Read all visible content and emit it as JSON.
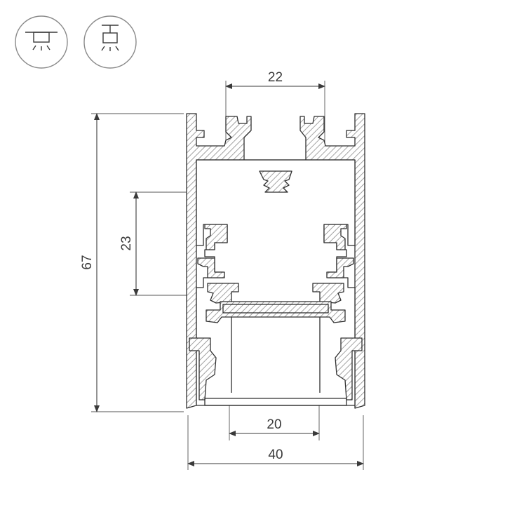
{
  "icons": [
    {
      "name": "surface-mount-icon"
    },
    {
      "name": "suspended-mount-icon"
    }
  ],
  "dimensions": {
    "top_width": "22",
    "inner_height": "23",
    "total_height": "67",
    "diffuser_width": "20",
    "total_width": "40"
  },
  "colors": {
    "line": "#2f2f2f",
    "hatch": "#8c8c8c",
    "text": "#3a3a3a"
  }
}
